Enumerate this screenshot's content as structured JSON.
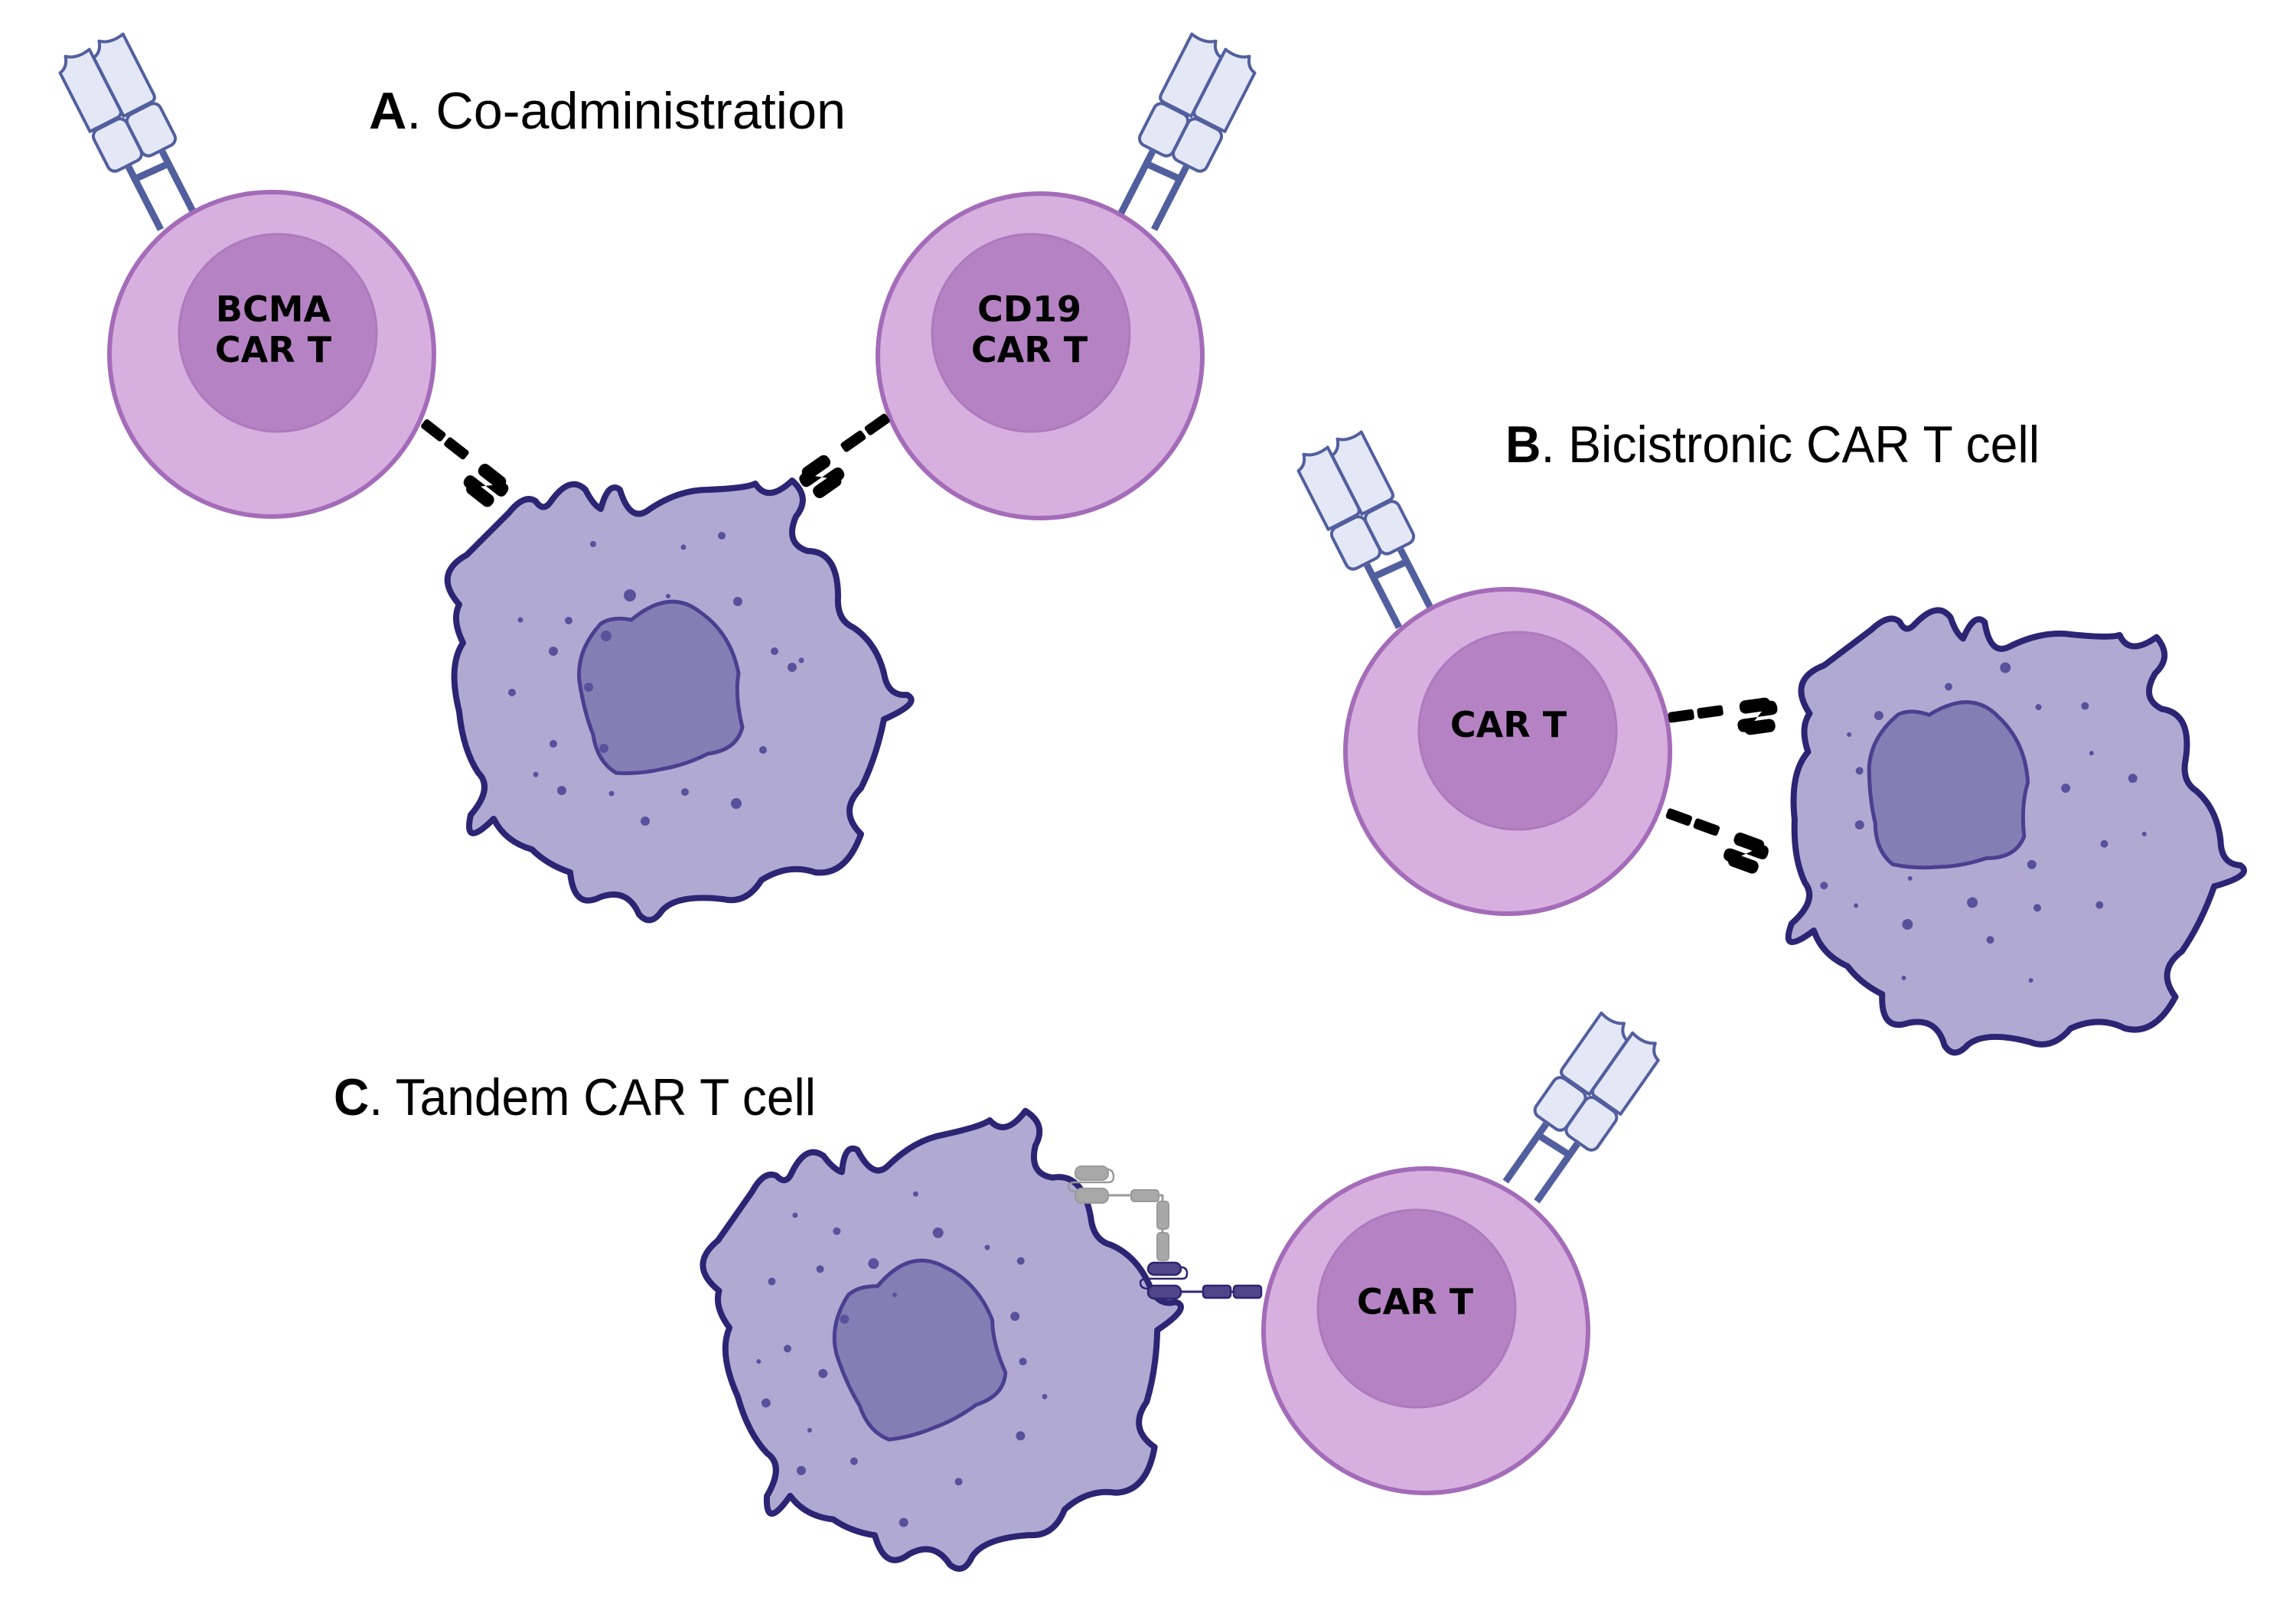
{
  "panels": [
    {
      "id": "A",
      "letter": "A",
      "title_rest": ". Co-administration",
      "cells": [
        {
          "type": "car-t-cell",
          "label_lines": [
            "BCMA",
            "CAR T"
          ],
          "car_color": "purple"
        },
        {
          "type": "car-t-cell",
          "label_lines": [
            "CD19",
            "CAR T"
          ],
          "car_color": "gray"
        },
        {
          "type": "tumor-cell"
        }
      ]
    },
    {
      "id": "B",
      "letter": "B",
      "title_rest": ". Bicistronic CAR T cell",
      "cells": [
        {
          "type": "car-t-cell",
          "label_lines": [
            "CAR T"
          ],
          "car_colors": [
            "purple",
            "gray"
          ]
        },
        {
          "type": "tumor-cell"
        }
      ]
    },
    {
      "id": "C",
      "letter": "C",
      "title_rest": ". Tandem CAR T cell",
      "cells": [
        {
          "type": "tumor-cell"
        },
        {
          "type": "car-t-cell",
          "label_lines": [
            "CAR T"
          ],
          "car_colors": [
            "purple",
            "gray"
          ],
          "car_arrangement": "tandem"
        }
      ]
    }
  ],
  "colors": {
    "tcell_fill": "#d8b0e0",
    "tcell_stroke": "#a46cb8",
    "tcell_nucleus": "#b583c3",
    "tumor_fill": "#b0aad3",
    "tumor_stroke": "#2c2574",
    "tumor_nucleus": "#837fb5",
    "car_purple": "#514589",
    "car_gray": "#a8a8a8",
    "tcr_fill": "#e4e8f6",
    "tcr_stroke": "#525f9e"
  },
  "icons": {
    "receptor": "tcr-receptor-icon",
    "car_purple": "bcma-car-icon",
    "car_gray": "cd19-car-icon"
  }
}
